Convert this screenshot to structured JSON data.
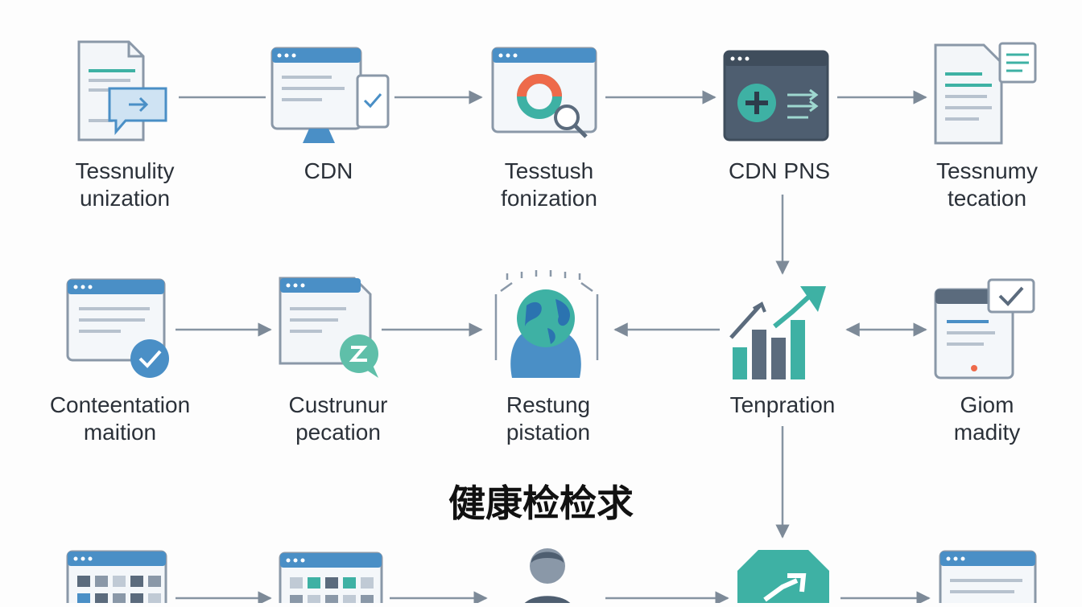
{
  "title": "健康检检求",
  "colors": {
    "blue": "#4a8fc6",
    "blue_light": "#7fb2da",
    "teal": "#3eb1a4",
    "teal_light": "#7fcfc3",
    "slate": "#5b6b7d",
    "panel": "#f1f4f7",
    "line": "#c9d2dc",
    "arrow": "#7d8a98",
    "orange": "#ee6a4a"
  },
  "nodes": [
    {
      "id": "n1",
      "line1": "Tessnulity",
      "line2": "unization",
      "icon": "document-chat-icon"
    },
    {
      "id": "n2",
      "line1": "CDN",
      "line2": "",
      "icon": "monitor-check-icon"
    },
    {
      "id": "n3",
      "line1": "Tesstush",
      "line2": "fonization",
      "icon": "browser-donut-search-icon"
    },
    {
      "id": "n4",
      "line1": "CDN PNS",
      "line2": "",
      "icon": "plus-transfer-icon"
    },
    {
      "id": "n5",
      "line1": "Tessnumy",
      "line2": "tecation",
      "icon": "document-stack-icon"
    },
    {
      "id": "n6",
      "line1": "Conteentation",
      "line2": "maition",
      "icon": "browser-check-badge-icon"
    },
    {
      "id": "n7",
      "line1": "Custrunur",
      "line2": "pecation",
      "icon": "document-chat-badge-icon"
    },
    {
      "id": "n8",
      "line1": "Restung",
      "line2": "pistation",
      "icon": "globe-head-icon"
    },
    {
      "id": "n9",
      "line1": "Tenpration",
      "line2": "",
      "icon": "growth-chart-icon"
    },
    {
      "id": "n10",
      "line1": "Giom",
      "line2": "madity",
      "icon": "tablet-check-icon"
    },
    {
      "id": "n11",
      "line1": "",
      "line2": "",
      "icon": "grid-window-icon"
    },
    {
      "id": "n12",
      "line1": "",
      "line2": "",
      "icon": "grid-window-teal-icon"
    },
    {
      "id": "n13",
      "line1": "",
      "line2": "",
      "icon": "user-avatar-icon"
    },
    {
      "id": "n14",
      "line1": "",
      "line2": "",
      "icon": "octagon-trend-icon"
    },
    {
      "id": "n15",
      "line1": "",
      "line2": "",
      "icon": "browser-list-icon"
    }
  ]
}
